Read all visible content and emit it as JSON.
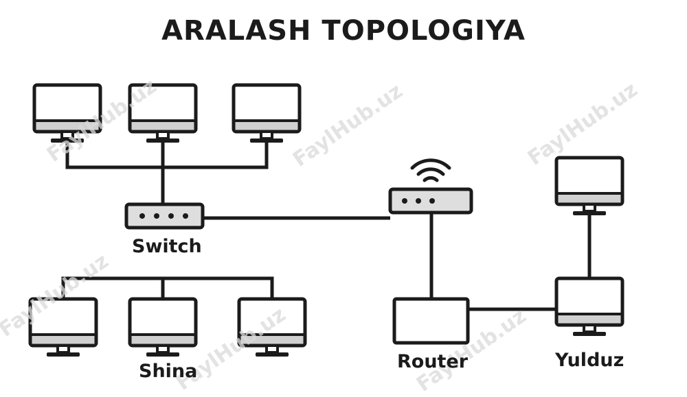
{
  "title": "ARALASH TOPOLOGIYA",
  "labels": {
    "switch": "Switch",
    "shina": "Shina",
    "router": "Router",
    "yulduz": "Yulduz"
  },
  "watermark": "FaylHub.uz",
  "colors": {
    "stroke": "#1b1b1b",
    "screen_fill": "#ffffff",
    "bezel_fill": "#d0d0d0",
    "device_fill": "#dedede",
    "watermark": "#dadada"
  }
}
